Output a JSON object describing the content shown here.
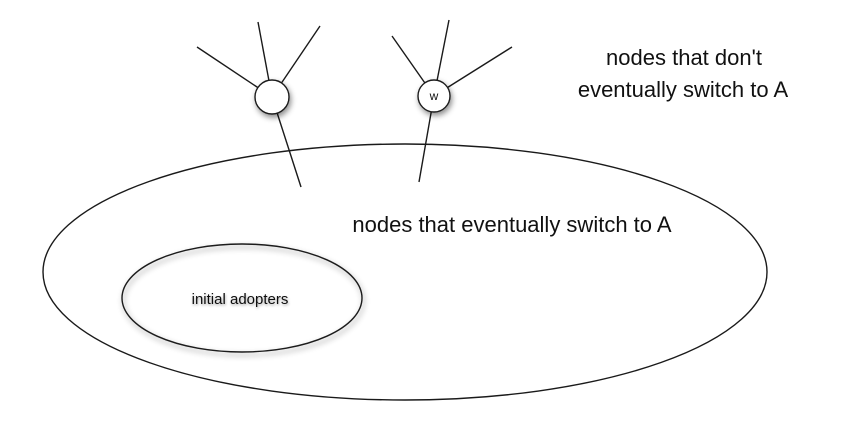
{
  "labels": {
    "outside_line1": "nodes that don't",
    "outside_line2": "eventually switch to A",
    "switchers": "nodes that eventually switch to A",
    "initial": "initial adopters",
    "node_w": "w"
  },
  "colors": {
    "stroke": "#1a1a1a",
    "background": "#ffffff",
    "shadow": "#000000"
  }
}
